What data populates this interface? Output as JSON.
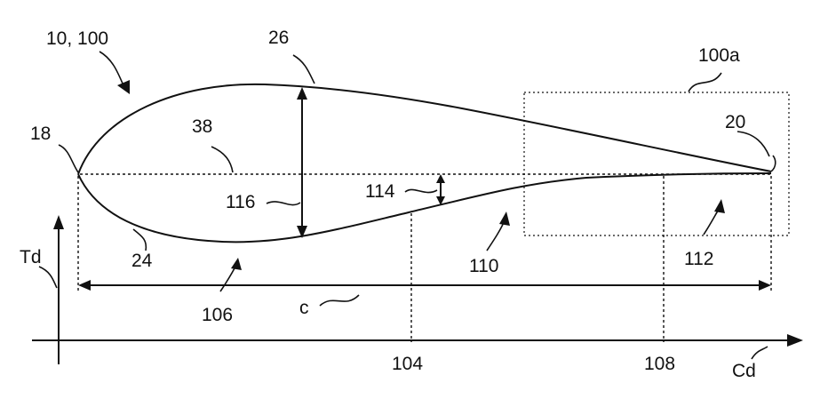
{
  "labels": {
    "figure_ref": "10, 100",
    "ref_26": "26",
    "ref_100a": "100a",
    "ref_18": "18",
    "ref_38": "38",
    "ref_20": "20",
    "ref_116": "116",
    "ref_114": "114",
    "ref_24": "24",
    "ref_110": "110",
    "ref_112": "112",
    "ref_106": "106",
    "ref_c": "c",
    "axis_td": "Td",
    "axis_cd": "Cd",
    "ref_104": "104",
    "ref_108": "108"
  }
}
